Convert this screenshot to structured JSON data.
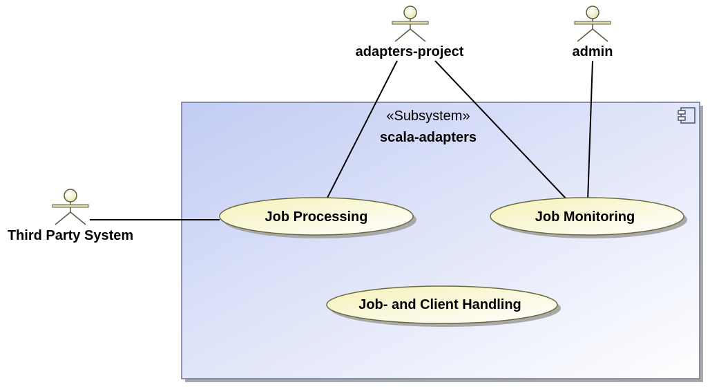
{
  "subsystem": {
    "stereotype": "«Subsystem»",
    "name": "scala-adapters",
    "icon": "component-icon"
  },
  "actors": {
    "adapters_project": {
      "label": "adapters-project"
    },
    "admin": {
      "label": "admin"
    },
    "third_party": {
      "label": "Third Party System"
    }
  },
  "use_cases": {
    "job_processing": {
      "label": "Job Processing"
    },
    "job_monitoring": {
      "label": "Job Monitoring"
    },
    "job_client_handling": {
      "label": "Job- and Client Handling"
    }
  },
  "colors": {
    "subsystem_fill_start": "#c4cdf4",
    "subsystem_fill_end": "#ffffff",
    "subsystem_border": "#6b7292",
    "usecase_fill": "#f8f5c4",
    "actor_head": "#f4f2c8"
  }
}
